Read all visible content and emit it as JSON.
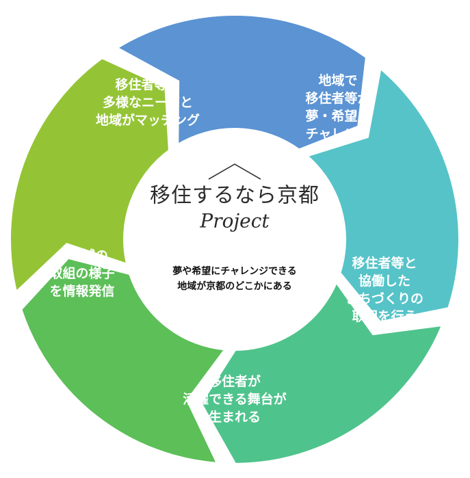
{
  "center": {
    "logo_title": "移住するなら京都",
    "logo_sub": "Project",
    "tagline": [
      "夢や希望にチャレンジできる",
      "地域が京都のどこかにある"
    ]
  },
  "segments": [
    {
      "id": "matching",
      "lines": [
        "移住者等の",
        "多様なニーズと",
        "地域がマッチング"
      ],
      "color": "#5b93d3"
    },
    {
      "id": "challenge",
      "lines": [
        "地域で",
        "移住者等が",
        "夢・希望に",
        "チャレンジ"
      ],
      "color": "#56c3c8"
    },
    {
      "id": "community",
      "lines": [
        "移住者等と",
        "協働した",
        "まちづくりの",
        "取組を行う"
      ],
      "color": "#4fc38c"
    },
    {
      "id": "stage",
      "lines": [
        "移住者が",
        "活躍できる舞台が",
        "生まれる"
      ],
      "color": "#5cbf58"
    },
    {
      "id": "share",
      "lines": [
        "各地域の",
        "取組の様子",
        "を情報発信"
      ],
      "color": "#94c435"
    }
  ]
}
